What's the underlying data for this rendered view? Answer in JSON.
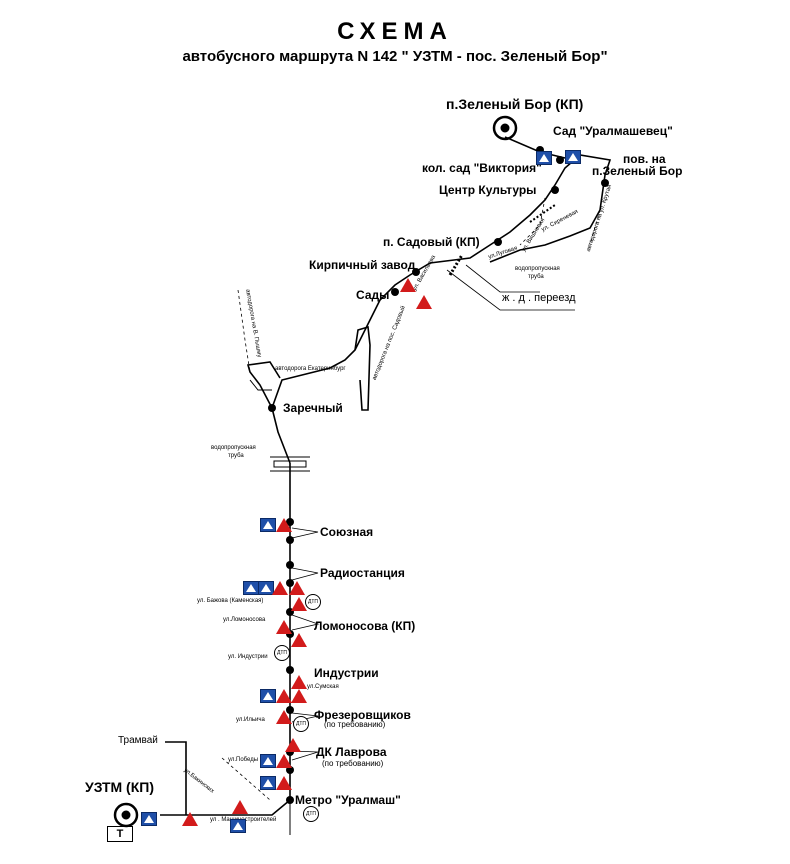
{
  "header": {
    "title": "СХЕМА",
    "subtitle": "автобусного маршрута N 142 \" УЗТМ  -  пос. Зеленый Бор\""
  },
  "stops": {
    "zeleny_bor": "п.Зеленый Бор (КП)",
    "sad_uralmash": "Сад \"Уралмашевец\"",
    "kol_sad": "кол. сад \"Виктория\"",
    "pov_na_line1": "пов. на",
    "pov_na_line2": "п.Зеленый Бор",
    "centr_kultury": "Центр Культуры",
    "sadovy": "п. Садовый (КП)",
    "kirpich": "Кирпичный завод",
    "sady": "Сады",
    "zarechny": "Заречный",
    "soyuznaya": "Союзная",
    "radiostanciya": "Радиостанция",
    "lomonosova": "Ломоносова (КП)",
    "industrii": "Индустрии",
    "frezer": "Фрезеровщиков",
    "frezer_note": "(по требованию)",
    "dk_lavrova": "ДК Лаврова",
    "dk_note": "(по требованию)",
    "metro": "Метро \"Уралмаш\"",
    "uztm": "УЗТМ (КП)"
  },
  "labels": {
    "zhd_pereezd": "ж . д . переезд",
    "tramvay": "Трамвай",
    "t_box": "Т",
    "vodopropusk1": "водопропускная",
    "vodopropusk1b": "труба",
    "vodopropusk2": "водопропускная",
    "vodopropusk2b": "труба",
    "dtp": "ДТП"
  },
  "streets": {
    "baumanskaya": "ул. Бажова (Каменская)",
    "lomonosova": "ул.Ломоносова",
    "industrii": "ул. Индустрии",
    "sovkhoznaya": "ул.Сумская",
    "ilyicha": "ул.Ильича",
    "pobedy": "ул.Победы",
    "mashinostr": "ул . Машиностроителей",
    "bakinskih": "ул.Бакинских",
    "road_ekb": "автодорога Екатеринбург",
    "road_vpyshma": "автодорога на В. Пышму",
    "road_sadovy": "автодорога на пос. Садовый",
    "ul_vasilieva": "ул. Васильева",
    "ul_lugovaya": "ул.Луговая",
    "ul_vishnevaya": "ул. Вишневая",
    "ul_sirenya": "ул. Сиреневая",
    "road_krutaya": "автодорога на ул. Крутая"
  },
  "colors": {
    "sign_blue": "#1f4fa8",
    "sign_red": "#d21b1b",
    "route": "#000000"
  }
}
